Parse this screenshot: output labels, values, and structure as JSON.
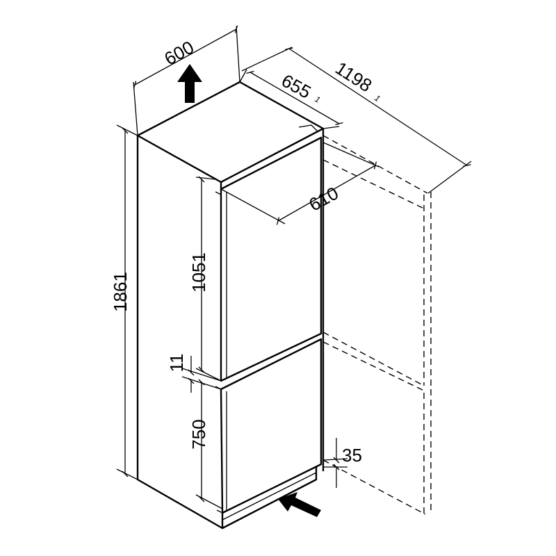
{
  "dimensions": {
    "width": "600",
    "depth": "655",
    "depth_note": "1",
    "open_depth": "1198",
    "open_depth_note": "1",
    "door_depth": "610",
    "total_height": "1861",
    "fridge_door_height": "1051",
    "door_gap": "11",
    "freezer_door_height": "750",
    "plinth_height": "35"
  },
  "colors": {
    "line": "#000000",
    "background": "#ffffff"
  }
}
